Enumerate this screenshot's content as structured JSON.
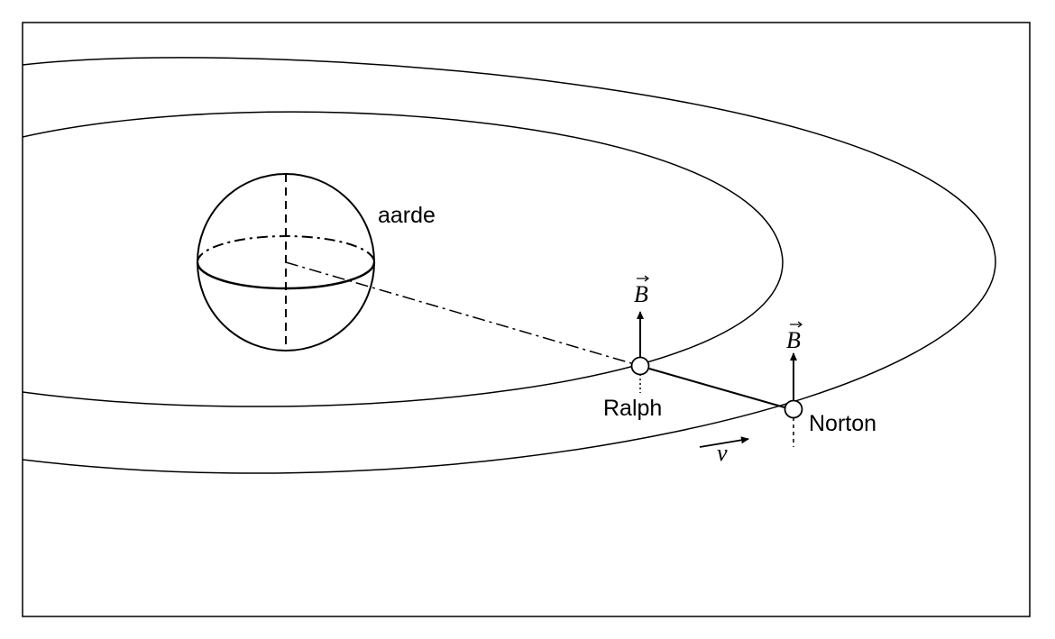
{
  "labels": {
    "earth": "aarde",
    "satellite_inner": "Ralph",
    "satellite_outer": "Norton",
    "field_inner": "B",
    "field_outer": "B",
    "velocity": "v"
  },
  "colors": {
    "line": "#000000",
    "background": "#ffffff"
  }
}
